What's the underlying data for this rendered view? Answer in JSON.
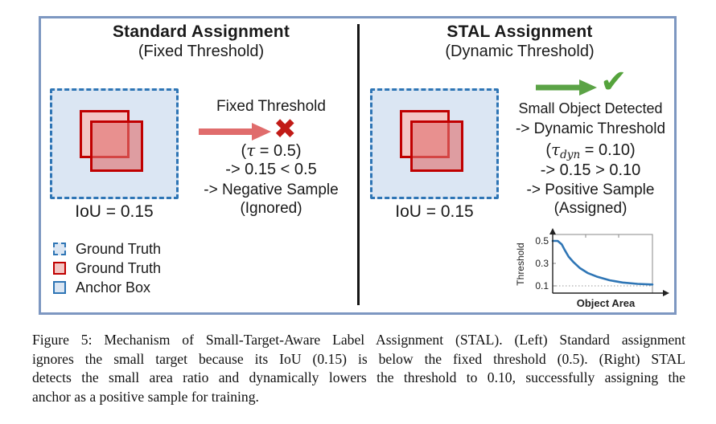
{
  "colors": {
    "figure_border": "#7d97c1",
    "divider": "#151515",
    "anchor_border": "#2e75b5",
    "anchor_fill": "#dbe6f3",
    "gt_border": "#c00000",
    "gt_fill": "#f3c6c4",
    "red_arrow": "#e06c6c",
    "red_cross": "#c11b17",
    "green_accent": "#55a33c",
    "green_arrow": "#5ba346",
    "chart_line": "#2e75b5"
  },
  "left_panel": {
    "title": "Standard Assignment",
    "subtitle": "(Fixed Threshold)",
    "iou_label": "IoU = 0.15",
    "threshold_label": "Fixed Threshold",
    "cross_glyph": "✖",
    "tau_open": "(",
    "tau_sym": "τ",
    "tau_rest": " = 0.5)",
    "line1": "-> 0.15 < 0.5",
    "line2": "-> Negative Sample",
    "line3": "(Ignored)"
  },
  "right_panel": {
    "title": "STAL Assignment",
    "subtitle": "(Dynamic Threshold)",
    "iou_label": "IoU = 0.15",
    "check_glyph": "✔",
    "detected_label": "Small Object Detected",
    "line1": "-> Dynamic Threshold",
    "tau_open": "(",
    "tau_sym": "τ",
    "tau_sub": "dyn",
    "tau_rest": " = 0.10)",
    "line2": "-> 0.15 > 0.10",
    "line3": "-> Positive Sample",
    "line4": "(Assigned)"
  },
  "legend": {
    "items": [
      {
        "label": "Ground Truth",
        "swatch": "dashed-blue"
      },
      {
        "label": "Ground Truth",
        "swatch": "red"
      },
      {
        "label": "Anchor Box",
        "swatch": "blue"
      }
    ]
  },
  "chart_data": {
    "type": "line",
    "title": "",
    "xlabel": "Object Area",
    "ylabel": "Threshold",
    "yticks": [
      "0.5",
      "0.3",
      "0.1"
    ],
    "xlim": [
      0,
      1
    ],
    "ylim": [
      0.05,
      0.55
    ],
    "x": [
      0,
      0.05,
      0.09,
      0.12,
      0.16,
      0.21,
      0.27,
      0.35,
      0.45,
      0.57,
      0.7,
      0.85,
      1.0
    ],
    "y": [
      0.5,
      0.5,
      0.47,
      0.42,
      0.36,
      0.31,
      0.26,
      0.215,
      0.18,
      0.15,
      0.13,
      0.118,
      0.112
    ],
    "reference_line_y": 0.1,
    "grid": false,
    "legend_position": "none"
  },
  "caption": {
    "lines": [
      "Figure 5: Mechanism of Small-Target-Aware Label Assignment (STAL). (Left) Standard assignment",
      "ignores the small target because its IoU (0.15) is below the fixed threshold (0.5). (Right) STAL",
      "detects the small area ratio and dynamically lowers the threshold to 0.10, successfully assigning the",
      "anchor as a positive sample for training."
    ]
  }
}
